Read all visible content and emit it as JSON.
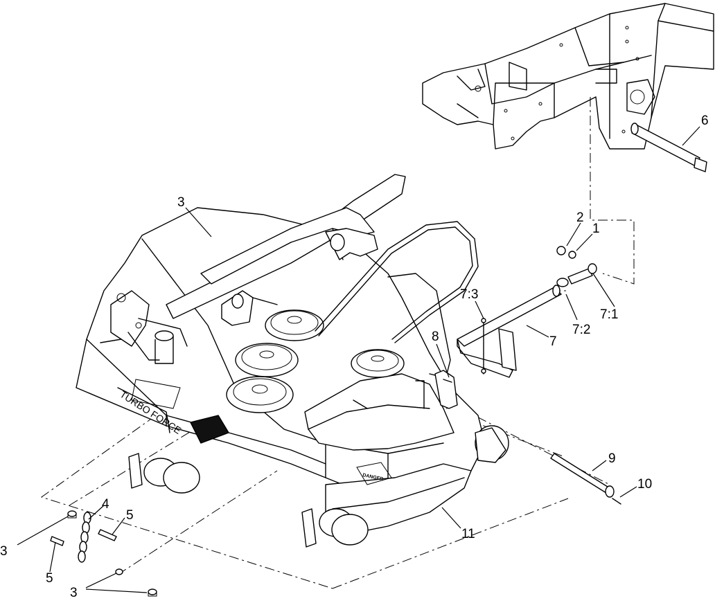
{
  "decals": {
    "deck_brand": "TURBO FORCE",
    "warning": "DANGER"
  },
  "callouts": [
    {
      "id": "c1",
      "label": "1"
    },
    {
      "id": "c2",
      "label": "2"
    },
    {
      "id": "c3a",
      "label": "3"
    },
    {
      "id": "c3b",
      "label": "3"
    },
    {
      "id": "c3c",
      "label": "3"
    },
    {
      "id": "c4",
      "label": "4"
    },
    {
      "id": "c5a",
      "label": "5"
    },
    {
      "id": "c5b",
      "label": "5"
    },
    {
      "id": "c6",
      "label": "6"
    },
    {
      "id": "c7",
      "label": "7"
    },
    {
      "id": "c71",
      "label": "7:1"
    },
    {
      "id": "c72",
      "label": "7:2"
    },
    {
      "id": "c73",
      "label": "7:3"
    },
    {
      "id": "c8",
      "label": "8"
    },
    {
      "id": "c9",
      "label": "9"
    },
    {
      "id": "c10",
      "label": "10"
    },
    {
      "id": "c11",
      "label": "11"
    }
  ]
}
